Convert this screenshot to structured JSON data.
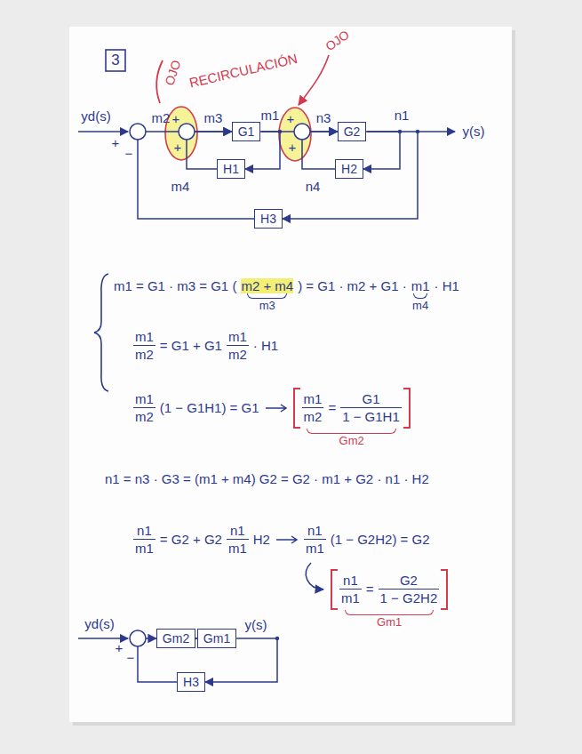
{
  "diagram": {
    "nodes": [
      {
        "text": [
          "G1"
        ]
      },
      {
        "text": [
          "G2"
        ]
      },
      {
        "text": [
          "H1"
        ]
      },
      {
        "text": [
          "H2"
        ]
      },
      {
        "text": [
          "H3"
        ]
      },
      {
        "text": [
          "Gm2"
        ]
      },
      {
        "text": [
          "Gm1"
        ]
      },
      {
        "text": [
          "H3"
        ]
      }
    ],
    "edges": [
      {
        "from": 0,
        "to": 1,
        "arrow": "to"
      },
      {
        "from": 0,
        "to": 2,
        "arrow": "to"
      },
      {
        "from": 2,
        "to": 0,
        "arrow": "to"
      },
      {
        "from": 1,
        "to": 3,
        "arrow": "to"
      },
      {
        "from": 3,
        "to": 1,
        "arrow": "to"
      },
      {
        "from": 1,
        "to": 4,
        "arrow": "to"
      },
      {
        "from": 4,
        "to": 0,
        "arrow": "to"
      },
      {
        "from": 5,
        "to": 6,
        "arrow": "to"
      },
      {
        "from": 6,
        "to": 7,
        "arrow": "to"
      },
      {
        "from": 7,
        "to": 5,
        "arrow": "to"
      }
    ],
    "labels": [
      "3",
      "OJO",
      "RECIRCULACIÓN",
      "OJO",
      "yd(s)",
      "+",
      "−",
      "m2",
      "+",
      "+",
      "m3",
      "m1",
      "+",
      "+",
      "n3",
      "n1",
      "y(s)",
      "m4",
      "n4",
      "m1 = G1 · m3 = G1 (",
      "m2 + m4",
      "m3",
      ") = G1 · m2 + G1 ·",
      "m1",
      "m4",
      "· H1",
      "m1",
      "m2",
      "= G1 + G1",
      "m1",
      "m2",
      "· H1",
      "m1",
      "m2",
      "(1 − G1H1) = G1",
      "m1",
      "m2",
      "=",
      "G1",
      "1 − G1H1",
      "Gm2",
      "n1 = n3 · G3 = (m1 + m4) G2 = G2 · m1 + G2 · n1 · H2",
      "n1",
      "m1",
      "= G2 + G2",
      "n1",
      "m1",
      "H2",
      "n1",
      "m1",
      "(1 − G2H2) = G2",
      "n1",
      "m1",
      "=",
      "G2",
      "1 − G2H2",
      "Gm1",
      "yd(s)",
      "+",
      "−",
      "y(s)"
    ]
  }
}
